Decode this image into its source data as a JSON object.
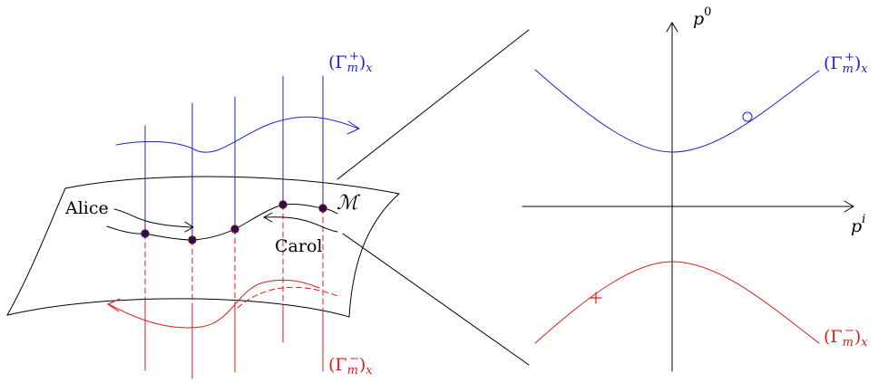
{
  "colors": {
    "plus": "#1f1fd6",
    "minus": "#e01a1a",
    "ink": "#000000",
    "dot_fill": "#0a1a5a",
    "dot_edge": "#cc0000"
  },
  "labels": {
    "gamma_plus": {
      "base": "(Γ",
      "sup": "+",
      "sub": "m",
      "close": ")",
      "idx": "x"
    },
    "gamma_minus": {
      "base": "(Γ",
      "sup": "−",
      "sub": "m",
      "close": ")",
      "idx": "x"
    },
    "manifold": "ℳ",
    "alice": "Alice",
    "carol": "Carol",
    "axis_p0": {
      "base": "p",
      "sup": "0"
    },
    "axis_pi": {
      "base": "p",
      "sup": "i"
    }
  },
  "markers": {
    "upper_branch": "circle",
    "lower_branch": "cross"
  }
}
